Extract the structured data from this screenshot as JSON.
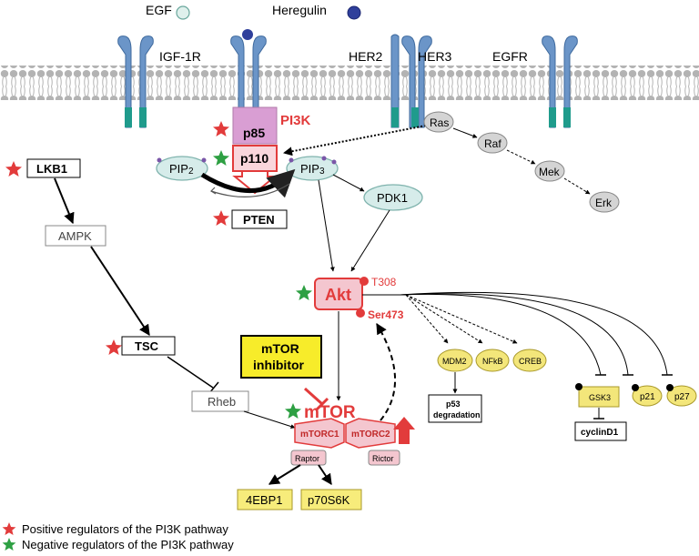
{
  "ligands": {
    "egf": "EGF",
    "heregulin": "Heregulin"
  },
  "receptors": {
    "igf1r": "IGF-1R",
    "her2": "HER2",
    "her3": "HER3",
    "egfr": "EGFR"
  },
  "pi3k": {
    "label": "PI3K",
    "p85": "p85",
    "p110": "p110"
  },
  "lipids": {
    "pip2_base": "PIP",
    "pip2_sub": "2",
    "pip3_base": "PIP",
    "pip3_sub": "3"
  },
  "mapk": {
    "ras": "Ras",
    "raf": "Raf",
    "mek": "Mek",
    "erk": "Erk"
  },
  "nodes": {
    "pdk1": "PDK1",
    "pten": "PTEN",
    "lkb1": "LKB1",
    "ampk": "AMPK",
    "tsc": "TSC",
    "rheb": "Rheb",
    "akt": "Akt",
    "t308": "T308",
    "ser473": "Ser473"
  },
  "inhibitor": {
    "line1": "mTOR",
    "line2": "inhibitor"
  },
  "mtor": {
    "label": "mTOR",
    "mtorc1": "mTORC1",
    "mtorc2": "mTORC2",
    "raptor": "Raptor",
    "rictor": "Rictor"
  },
  "outputs": {
    "eb1": "4EBP1",
    "s6k": "p70S6K"
  },
  "targets": {
    "mdm2": "MDM2",
    "nfkb": "NFkB",
    "creb": "CREB",
    "p53_line1": "p53",
    "p53_line2": "degradation",
    "gsk3": "GSK3",
    "p21": "p21",
    "p27": "p27",
    "cyclind1": "cyclinD1"
  },
  "legend": {
    "positive": "Positive regulators of the PI3K pathway",
    "negative": "Negative regulators of the PI3K pathway"
  },
  "colors": {
    "receptor": "#6b95c8",
    "receptor_dark": "#3f6a9e",
    "teal": "#1f9b8c",
    "red": "#e23b3b",
    "pink": "#f4c6cf",
    "pi3k_pink": "#d99ed3",
    "lipid": "#d6ecea",
    "lipid_border": "#7fb3ad",
    "grey_node": "#d4d4d4",
    "yellow": "#f3e67a",
    "yellow_box": "#f7ec7b",
    "star_red": "#e23b3b",
    "star_green": "#2ea043"
  }
}
